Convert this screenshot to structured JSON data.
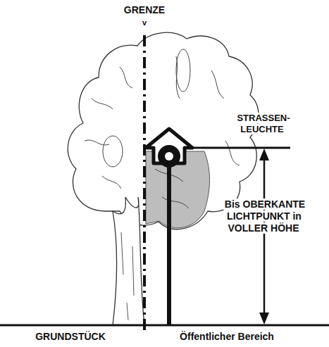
{
  "diagram": {
    "labels": [
      "GRENZE",
      "v",
      "STRASSEN- LEUCHTE",
      "Bis OBERKANTE LICHTPUNKT in VOLLER HÖHE",
      "GRUNDSTÜCK",
      "Öffentlicher Bereich"
    ]
  }
}
